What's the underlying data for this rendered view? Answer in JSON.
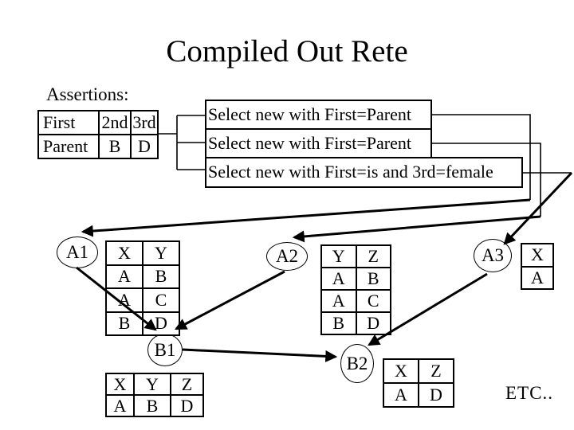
{
  "title": "Compiled Out Rete",
  "assertions": {
    "label": "Assertions:",
    "table": {
      "headers": [
        "First",
        "2nd",
        "3rd"
      ],
      "rows": [
        [
          "Parent",
          "B",
          "D"
        ]
      ]
    }
  },
  "rules": [
    {
      "label": "Select new with First=Parent"
    },
    {
      "label": "Select new with First=Parent"
    },
    {
      "label": "Select new with First=is and 3rd=female"
    }
  ],
  "nodes": {
    "a1": {
      "label": "A1",
      "table": {
        "headers": [
          "X",
          "Y"
        ],
        "rows": [
          [
            "A",
            "B"
          ],
          [
            "A",
            "C"
          ],
          [
            "B",
            "D"
          ]
        ]
      }
    },
    "a2": {
      "label": "A2",
      "table": {
        "headers": [
          "Y",
          "Z"
        ],
        "rows": [
          [
            "A",
            "B"
          ],
          [
            "A",
            "C"
          ],
          [
            "B",
            "D"
          ]
        ]
      }
    },
    "a3": {
      "label": "A3",
      "table": {
        "headers": [
          "X"
        ],
        "rows": [
          [
            "A"
          ]
        ]
      }
    },
    "b1": {
      "label": "B1",
      "table": {
        "headers": [
          "X",
          "Y",
          "Z"
        ],
        "rows": [
          [
            "A",
            "B",
            "D"
          ]
        ]
      }
    },
    "b2": {
      "label": "B2",
      "table": {
        "headers": [
          "X",
          "Z"
        ],
        "rows": [
          [
            "A",
            "D"
          ]
        ]
      }
    }
  },
  "etc_label": "ETC..",
  "colors": {
    "background": "#ffffff",
    "line": "#000000",
    "text": "#000000"
  }
}
